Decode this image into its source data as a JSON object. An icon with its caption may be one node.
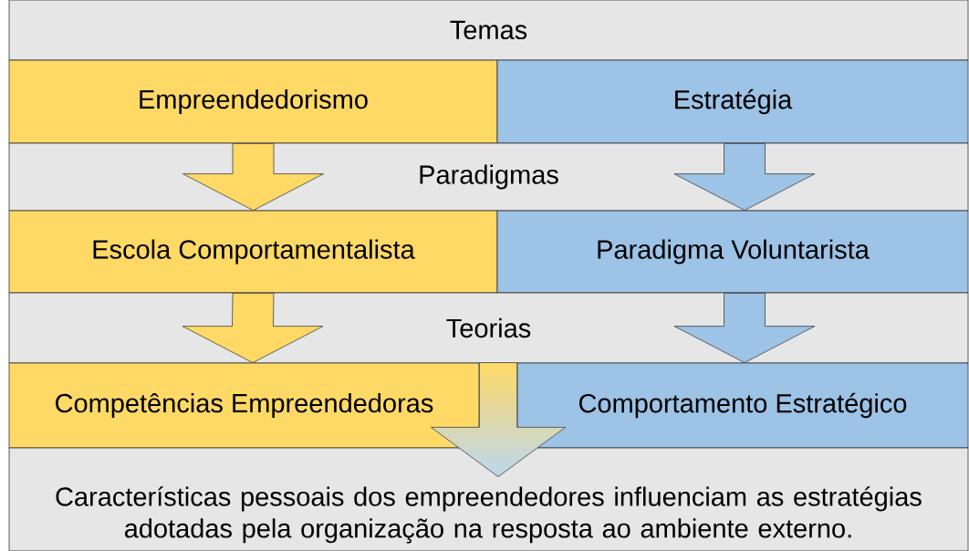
{
  "diagram": {
    "nodes": [
      {
        "text": [
          "Temas"
        ]
      },
      {
        "text": [
          "Empreendedorismo"
        ]
      },
      {
        "text": [
          "Estratégia"
        ]
      },
      {
        "text": [
          "Paradigmas"
        ]
      },
      {
        "text": [
          "Escola Comportamentalista"
        ]
      },
      {
        "text": [
          "Paradigma Voluntarista"
        ]
      },
      {
        "text": [
          "Teorias"
        ]
      },
      {
        "text": [
          "Competências Empreendedoras"
        ]
      },
      {
        "text": [
          "Comportamento Estratégico"
        ]
      },
      {
        "text": [
          "Características pessoais dos empreendedores influenciam as estratégias adotadas pela organização na resposta ao ambiente externo."
        ]
      }
    ],
    "edges": [
      {
        "from": 1,
        "to": 4,
        "arrow": "to",
        "color": "#fed966"
      },
      {
        "from": 2,
        "to": 5,
        "arrow": "to",
        "color": "#9dc3e6"
      },
      {
        "from": 4,
        "to": 7,
        "arrow": "to",
        "color": "#fed966"
      },
      {
        "from": 5,
        "to": 8,
        "arrow": "to",
        "color": "#9dc3e6"
      },
      {
        "from": 7,
        "to": 9,
        "arrow": "to",
        "color": "#fed966"
      },
      {
        "from": 8,
        "to": 9,
        "arrow": "to",
        "color": "#bdd7ee"
      }
    ]
  }
}
